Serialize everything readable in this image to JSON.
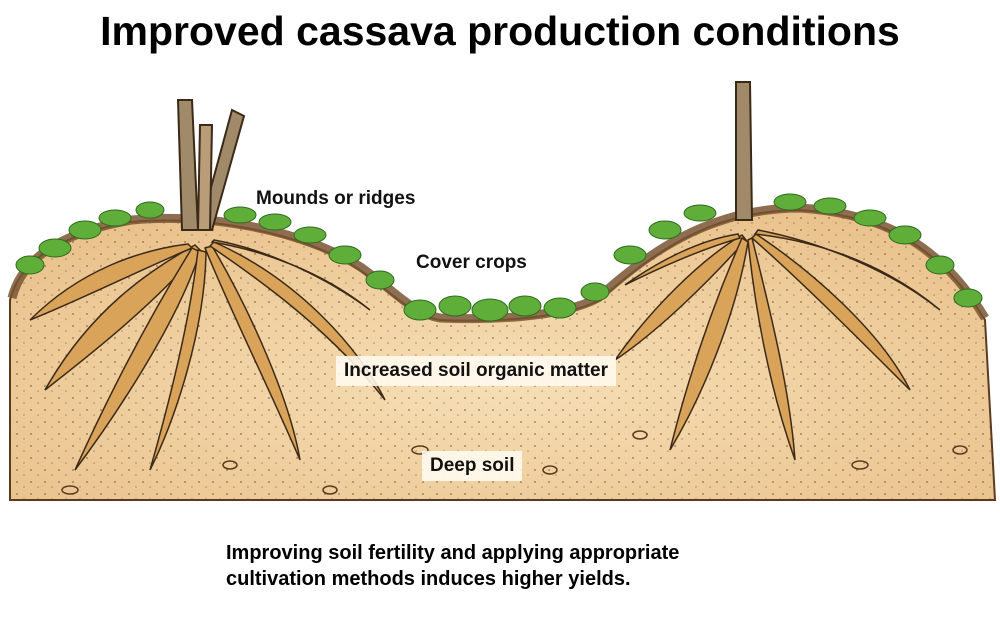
{
  "title": "Improved cassava production conditions",
  "labels": {
    "mounds": "Mounds or ridges",
    "cover_crops": "Cover crops",
    "organic_matter": "Increased soil organic matter",
    "deep_soil": "Deep soil"
  },
  "caption": {
    "line1": "Improving soil fertility and applying appropriate",
    "line2": "cultivation methods induces higher yields."
  },
  "colors": {
    "soil": "#f1d3a3",
    "soil_dark": "#e2b57c",
    "topsoil": "#7a5532",
    "cover_crop": "#5fae3a",
    "root": "#d9a45a",
    "stem": "#a08a6a"
  }
}
